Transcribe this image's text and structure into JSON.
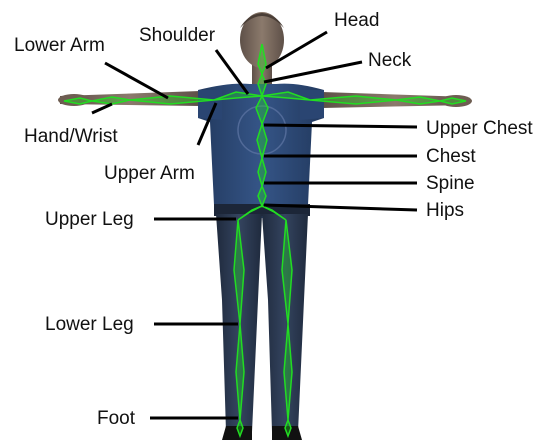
{
  "labels": {
    "head": "Head",
    "shoulder": "Shoulder",
    "lower_arm": "Lower Arm",
    "neck": "Neck",
    "hand_wrist": "Hand/Wrist",
    "upper_chest": "Upper Chest",
    "upper_arm": "Upper Arm",
    "chest": "Chest",
    "spine": "Spine",
    "upper_leg": "Upper Leg",
    "hips": "Hips",
    "lower_leg": "Lower Leg",
    "foot": "Foot"
  },
  "colors": {
    "bone": "#22dd22",
    "skin": "#7a6a5e",
    "shirt": "#2d4a78",
    "jeans": "#2a3850",
    "leader": "#000000"
  }
}
